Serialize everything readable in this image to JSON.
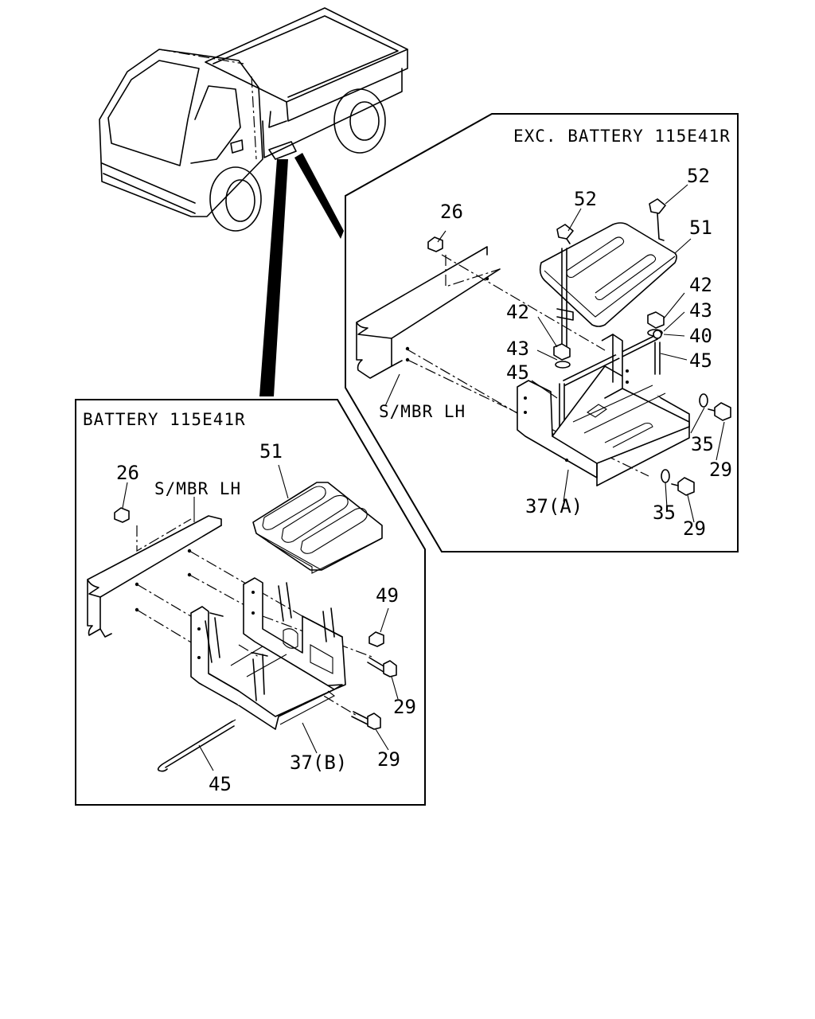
{
  "panels": {
    "exc_battery": {
      "title": "EXC. BATTERY 115E41R"
    },
    "battery": {
      "title": "BATTERY 115E41R"
    }
  },
  "labels": {
    "exc": {
      "n26": "26",
      "n52a": "52",
      "n52b": "52",
      "n51": "51",
      "n42a": "42",
      "n43a": "43",
      "n42b": "42",
      "n43b": "43",
      "n40": "40",
      "n45a": "45",
      "n45b": "45",
      "n35a": "35",
      "n29a": "29",
      "n35b": "35",
      "n29b": "29",
      "n37a": "37(A)",
      "smbr": "S/MBR LH"
    },
    "bat": {
      "n26": "26",
      "smbr": "S/MBR LH",
      "n51": "51",
      "n49": "49",
      "n29a": "29",
      "n29b": "29",
      "n37b": "37(B)",
      "n45": "45"
    }
  }
}
